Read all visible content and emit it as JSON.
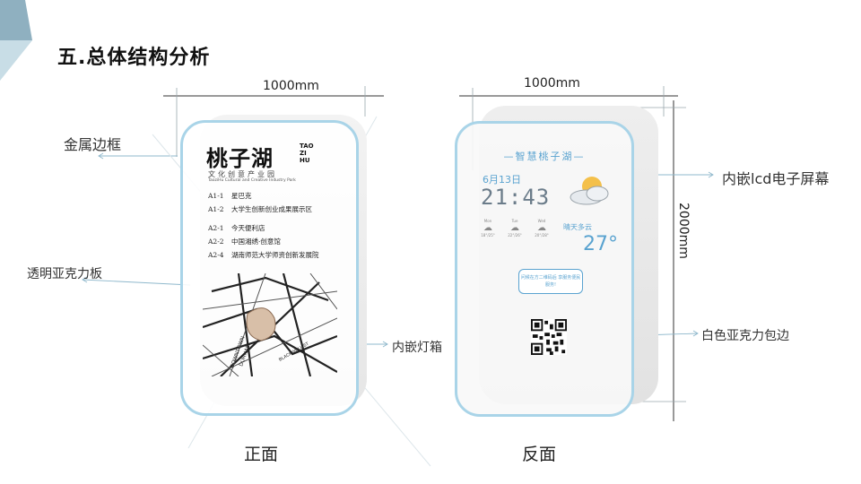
{
  "slide": {
    "title": "五.总体结构分析"
  },
  "dimensions": {
    "front_width": "1000mm",
    "back_width": "1000mm",
    "height": "2000mm"
  },
  "captions": {
    "front": "正面",
    "back": "反面"
  },
  "labels": {
    "metal_frame": "金属边框",
    "acrylic_panel": "透明亚克力板",
    "lightbox": "内嵌灯箱",
    "lcd": "内嵌lcd电子屏幕",
    "white_edge": "白色亚克力包边"
  },
  "front_sign": {
    "logo": "桃子湖",
    "logo_side": "TAO ZI HU",
    "logo_sub": "文化创意产业园",
    "logo_en": "TaoziHu Cultural and Creative Industry Park",
    "directory": [
      {
        "code": "A1-1",
        "name": "星巴克"
      },
      {
        "code": "A1-2",
        "name": "大学生创新创业成果展示区"
      },
      {
        "code": "A2-1",
        "name": "今天便利店"
      },
      {
        "code": "A2-2",
        "name": "中国湘绣·创意馆"
      },
      {
        "code": "A2-4",
        "name": "湖南师范大学师资创新发展院"
      }
    ],
    "map_labels": [
      "DOWNTOWN",
      "DURHAM",
      "BLACKWELL ST"
    ]
  },
  "back_screen": {
    "title": "—智慧桃子湖—",
    "date": "6月13日",
    "time": "21:43",
    "condition": "晴天多云",
    "temperature": "27°",
    "forecast": [
      {
        "day": "Mon",
        "temp": "18°/25°"
      },
      {
        "day": "Tue",
        "temp": "22°/26°"
      },
      {
        "day": "Wed",
        "temp": "20°/28°"
      }
    ],
    "bubble": "问候在方二维码后 享服务便民服务!"
  },
  "colors": {
    "frame": "#a9d4e8",
    "accent": "#5aa3d0",
    "leader": "#8fb8cc",
    "corner_dark": "#8fb0c0",
    "corner_light": "#c8dde6"
  }
}
